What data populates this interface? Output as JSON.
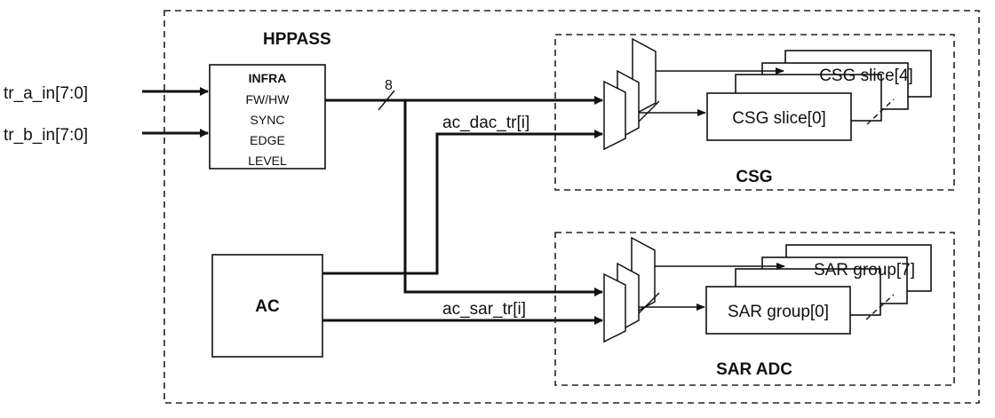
{
  "inputs": {
    "tr_a": "tr_a_in[7:0]",
    "tr_b": "tr_b_in[7:0]"
  },
  "hppass": {
    "title": "HPPASS"
  },
  "infra": {
    "title": "INFRA",
    "lines": [
      "FW/HW",
      "SYNC",
      "EDGE",
      "LEVEL"
    ]
  },
  "bus_width": "8",
  "ac": {
    "title": "AC"
  },
  "signals": {
    "dac": "ac_dac_tr[i]",
    "sar": "ac_sar_tr[i]"
  },
  "csg": {
    "title": "CSG",
    "slice_top": "CSG slice[4]",
    "slice_bottom": "CSG slice[0]"
  },
  "sar_adc": {
    "title": "SAR ADC",
    "group_top": "SAR group[7]",
    "group_bottom": "SAR group[0]"
  }
}
